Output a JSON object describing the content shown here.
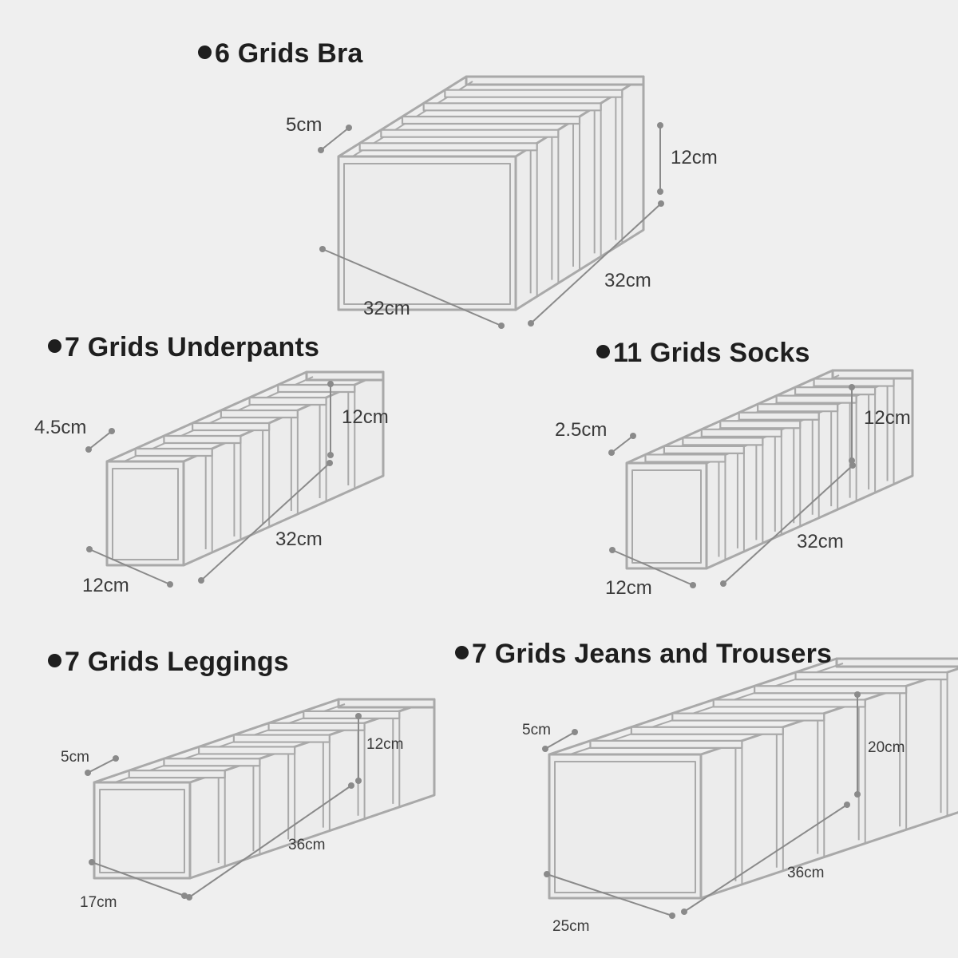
{
  "organizers": [
    {
      "title": "6 Grids Bra",
      "dims": {
        "slot": "5cm",
        "height": "12cm",
        "length": "32cm",
        "width": "32cm"
      }
    },
    {
      "title": "7 Grids Underpants",
      "dims": {
        "slot": "4.5cm",
        "height": "12cm",
        "length": "32cm",
        "width": "12cm"
      }
    },
    {
      "title": "11 Grids Socks",
      "dims": {
        "slot": "2.5cm",
        "height": "12cm",
        "length": "32cm",
        "width": "12cm"
      }
    },
    {
      "title": "7 Grids Leggings",
      "dims": {
        "slot": "5cm",
        "height": "12cm",
        "length": "36cm",
        "width": "17cm"
      }
    },
    {
      "title": "7 Grids Jeans and Trousers",
      "dims": {
        "slot": "5cm",
        "height": "20cm",
        "length": "36cm",
        "width": "25cm"
      }
    }
  ],
  "colors": {
    "background": "#efefef",
    "box_stroke": "#a9a9a9",
    "box_fill": "#ececec",
    "dim_line": "#8a8a8a"
  }
}
